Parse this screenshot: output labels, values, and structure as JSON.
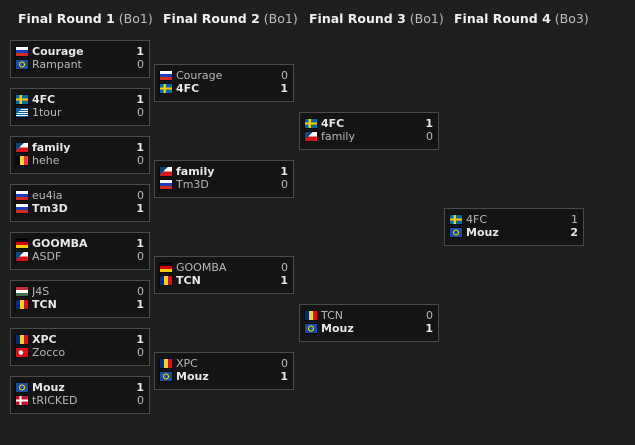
{
  "rounds": [
    {
      "name": "Final Round 1",
      "format": "(Bo1)"
    },
    {
      "name": "Final Round 2",
      "format": "(Bo1)"
    },
    {
      "name": "Final Round 3",
      "format": "(Bo1)"
    },
    {
      "name": "Final Round 4",
      "format": "(Bo3)"
    }
  ],
  "matches": {
    "r1": [
      {
        "t1": {
          "name": "Courage",
          "score": "1",
          "flag": "ru-flag-icon"
        },
        "t2": {
          "name": "Rampant",
          "score": "0",
          "flag": "eu-flag-icon"
        }
      },
      {
        "t1": {
          "name": "4FC",
          "score": "1",
          "flag": "se-flag-icon"
        },
        "t2": {
          "name": "1tour",
          "score": "0",
          "flag": "gr-flag-icon"
        }
      },
      {
        "t1": {
          "name": "family",
          "score": "1",
          "flag": "cz-flag-icon"
        },
        "t2": {
          "name": "hehe",
          "score": "0",
          "flag": "be-flag-icon"
        }
      },
      {
        "t1": {
          "name": "eu4ia",
          "score": "0",
          "flag": "ru-flag-icon"
        },
        "t2": {
          "name": "Tm3D",
          "score": "1",
          "flag": "ru-flag-icon"
        }
      },
      {
        "t1": {
          "name": "GOOMBA",
          "score": "1",
          "flag": "de-flag-icon"
        },
        "t2": {
          "name": "ASDF",
          "score": "0",
          "flag": "cz-flag-icon"
        }
      },
      {
        "t1": {
          "name": "J4S",
          "score": "0",
          "flag": "hu-flag-icon"
        },
        "t2": {
          "name": "TCN",
          "score": "1",
          "flag": "ro-flag-icon"
        }
      },
      {
        "t1": {
          "name": "XPC",
          "score": "1",
          "flag": "ro-flag-icon"
        },
        "t2": {
          "name": "Zocco",
          "score": "0",
          "flag": "tr-flag-icon"
        }
      },
      {
        "t1": {
          "name": "Mouz",
          "score": "1",
          "flag": "eu-flag-icon"
        },
        "t2": {
          "name": "tRICKED",
          "score": "0",
          "flag": "dk-flag-icon"
        }
      }
    ],
    "r2": [
      {
        "t1": {
          "name": "Courage",
          "score": "0",
          "flag": "ru-flag-icon"
        },
        "t2": {
          "name": "4FC",
          "score": "1",
          "flag": "se-flag-icon"
        }
      },
      {
        "t1": {
          "name": "family",
          "score": "1",
          "flag": "cz-flag-icon"
        },
        "t2": {
          "name": "Tm3D",
          "score": "0",
          "flag": "ru-flag-icon"
        }
      },
      {
        "t1": {
          "name": "GOOMBA",
          "score": "0",
          "flag": "de-flag-icon"
        },
        "t2": {
          "name": "TCN",
          "score": "1",
          "flag": "ro-flag-icon"
        }
      },
      {
        "t1": {
          "name": "XPC",
          "score": "0",
          "flag": "ro-flag-icon"
        },
        "t2": {
          "name": "Mouz",
          "score": "1",
          "flag": "eu-flag-icon"
        }
      }
    ],
    "r3": [
      {
        "t1": {
          "name": "4FC",
          "score": "1",
          "flag": "se-flag-icon"
        },
        "t2": {
          "name": "family",
          "score": "0",
          "flag": "cz-flag-icon"
        }
      },
      {
        "t1": {
          "name": "TCN",
          "score": "0",
          "flag": "ro-flag-icon"
        },
        "t2": {
          "name": "Mouz",
          "score": "1",
          "flag": "eu-flag-icon"
        }
      }
    ],
    "r4": [
      {
        "t1": {
          "name": "4FC",
          "score": "1",
          "flag": "se-flag-icon"
        },
        "t2": {
          "name": "Mouz",
          "score": "2",
          "flag": "eu-flag-icon"
        }
      }
    ]
  },
  "colors": {
    "background": "#1f1f1f",
    "match_box": "#141414",
    "match_border": "#4a4a4a",
    "winner_text": "#e8e8e8",
    "loser_text": "#b8b8b8"
  }
}
